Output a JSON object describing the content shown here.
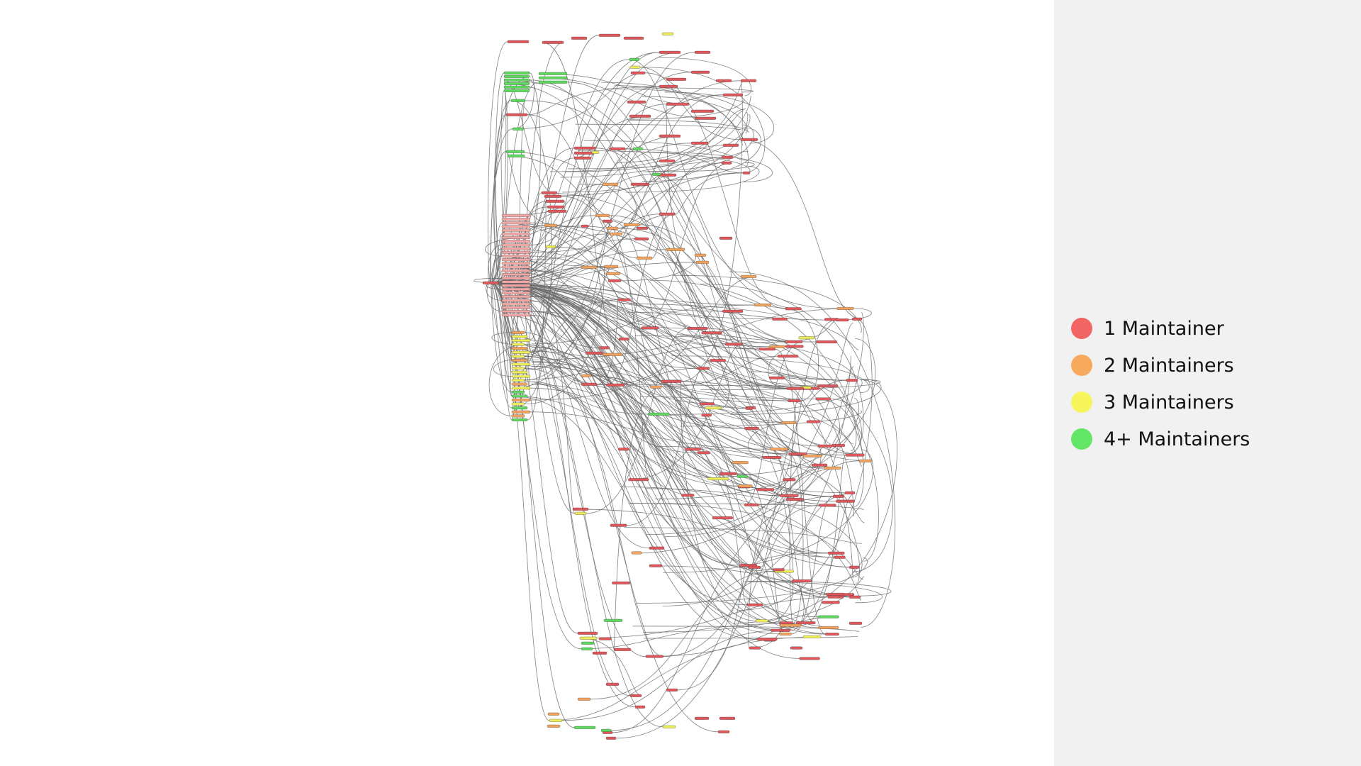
{
  "graph": {
    "title": ""
  },
  "legend": {
    "items": [
      {
        "label": "1 Maintainer",
        "color": "#f26565"
      },
      {
        "label": "2 Maintainers",
        "color": "#f7a95e"
      },
      {
        "label": "3 Maintainers",
        "color": "#f6f65c"
      },
      {
        "label": "4+ Maintainers",
        "color": "#63e566"
      }
    ]
  },
  "colors": {
    "edge": "#6c6c6c",
    "legend_background": "#f0f1f0",
    "graph_background": "#ffffff"
  }
}
